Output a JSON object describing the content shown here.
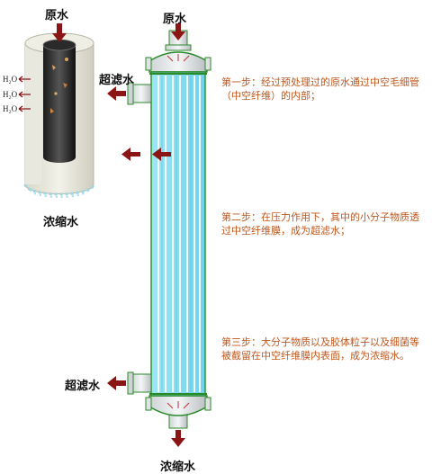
{
  "labels": {
    "raw_water_left": "原水",
    "raw_water_top": "原水",
    "ultrafiltrate_upper": "超滤水",
    "ultrafiltrate_lower": "超滤水",
    "concentrate_left": "浓缩水",
    "concentrate_bottom": "浓缩水",
    "h2o": [
      "H₂O",
      "H₂O",
      "H₂O"
    ]
  },
  "steps": [
    "第一步：经过预处理过的原水通过中空毛细管（中空纤维）的内部；",
    "第二步：在压力作用下，其中的小分子物质透过中空纤维膜，成为超滤水；",
    "第三步：大分子物质以及胶体粒子以及细菌等被截留在中空纤维膜内表面，成为浓缩水。"
  ],
  "colors": {
    "arrow": "#8b1414",
    "step_text": "#c0571c",
    "membrane": "#7fdcf0",
    "housing_outline": "#2a8a2a"
  }
}
